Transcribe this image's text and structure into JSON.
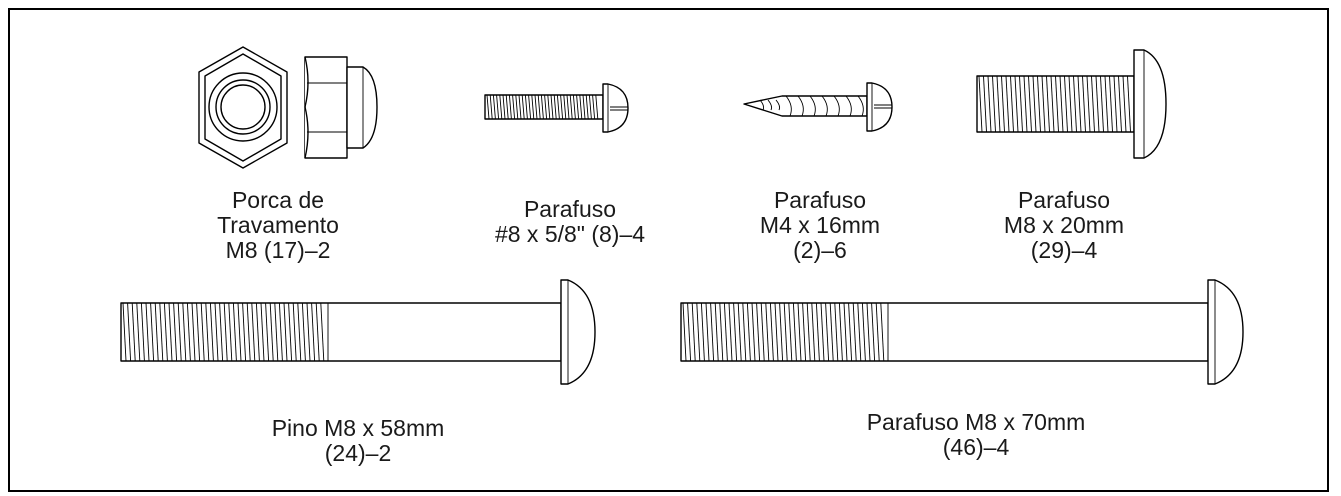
{
  "parts": [
    {
      "id": "nut",
      "lines": [
        "Porca de",
        "Travamento",
        "M8 (17)–2"
      ],
      "icon": "lock-nut-icon"
    },
    {
      "id": "s8",
      "lines": [
        "Parafuso",
        "#8 x 5/8\" (8)–4"
      ],
      "icon": "machine-screw-icon"
    },
    {
      "id": "m4",
      "lines": [
        "Parafuso",
        "M4 x 16mm",
        "(2)–6"
      ],
      "icon": "wood-screw-icon"
    },
    {
      "id": "m8_20",
      "lines": [
        "Parafuso",
        "M8 x 20mm",
        "(29)–4"
      ],
      "icon": "bolt-icon"
    },
    {
      "id": "pin58",
      "lines": [
        "Pino M8 x 58mm",
        "(24)–2"
      ],
      "icon": "pin-icon"
    },
    {
      "id": "m8_70",
      "lines": [
        "Parafuso M8 x 70mm",
        "(46)–4"
      ],
      "icon": "long-bolt-icon"
    }
  ]
}
